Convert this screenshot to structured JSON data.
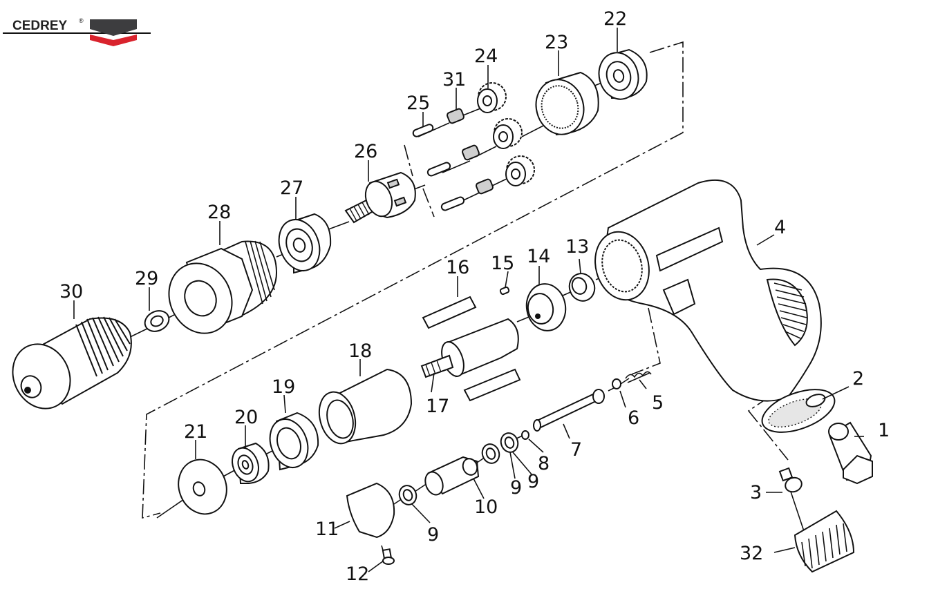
{
  "brand": {
    "name": "CEDREY",
    "mark": "®",
    "colors": {
      "grey": "#3d3d3f",
      "red": "#d9232d",
      "text": "#222222"
    }
  },
  "part_numbers": [
    "1",
    "2",
    "3",
    "4",
    "5",
    "6",
    "7",
    "8",
    "9",
    "9",
    "9",
    "10",
    "11",
    "12",
    "13",
    "14",
    "15",
    "16",
    "17",
    "18",
    "19",
    "20",
    "21",
    "22",
    "23",
    "24",
    "25",
    "26",
    "27",
    "28",
    "29",
    "30",
    "31",
    "32"
  ]
}
